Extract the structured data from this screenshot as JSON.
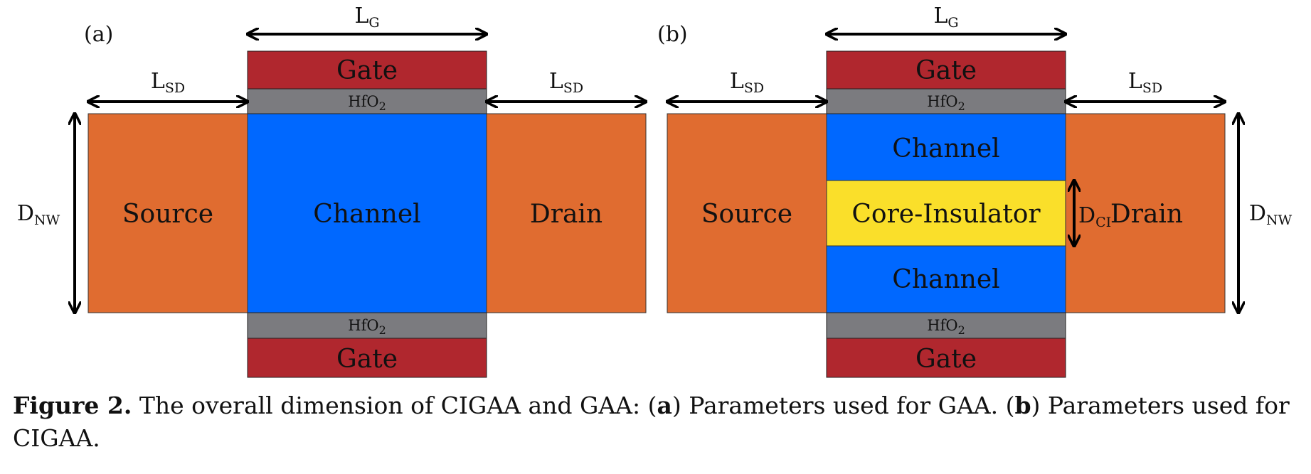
{
  "figure": {
    "panel_a": {
      "label": "(a)",
      "source": "Source",
      "channel": "Channel",
      "drain": "Drain",
      "gate_top": "Gate",
      "gate_bottom": "Gate",
      "oxide_top": {
        "base": "HfO",
        "sub": "2"
      },
      "oxide_bottom": {
        "base": "HfO",
        "sub": "2"
      },
      "dim_lg": {
        "base": "L",
        "sub": "G"
      },
      "dim_lsd_left": {
        "base": "L",
        "sub": "SD"
      },
      "dim_lsd_right": {
        "base": "L",
        "sub": "SD"
      },
      "dim_dnw": {
        "base": "D",
        "sub": "NW"
      }
    },
    "panel_b": {
      "label": "(b)",
      "source": "Source",
      "channel_top": "Channel",
      "core": "Core-Insulator",
      "channel_bottom": "Channel",
      "drain": "Drain",
      "gate_top": "Gate",
      "gate_bottom": "Gate",
      "oxide_top": {
        "base": "HfO",
        "sub": "2"
      },
      "oxide_bottom": {
        "base": "HfO",
        "sub": "2"
      },
      "dim_lg": {
        "base": "L",
        "sub": "G"
      },
      "dim_lsd_left": {
        "base": "L",
        "sub": "SD"
      },
      "dim_lsd_right": {
        "base": "L",
        "sub": "SD"
      },
      "dim_dci": {
        "base": "D",
        "sub": "CI"
      },
      "dim_dnw": {
        "base": "D",
        "sub": "NW"
      }
    },
    "colors": {
      "source_drain": "#E06C30",
      "channel": "#0068FF",
      "gate": "#B0272E",
      "oxide": "#7B7B7F",
      "core_insulator": "#FADF2A"
    }
  },
  "caption": {
    "figure_label": "Figure 2.",
    "text_1": " The overall dimension of CIGAA and GAA: (",
    "a": "a",
    "text_2": ") Parameters used for GAA. (",
    "b": "b",
    "text_3": ") Parameters used for CIGAA."
  }
}
